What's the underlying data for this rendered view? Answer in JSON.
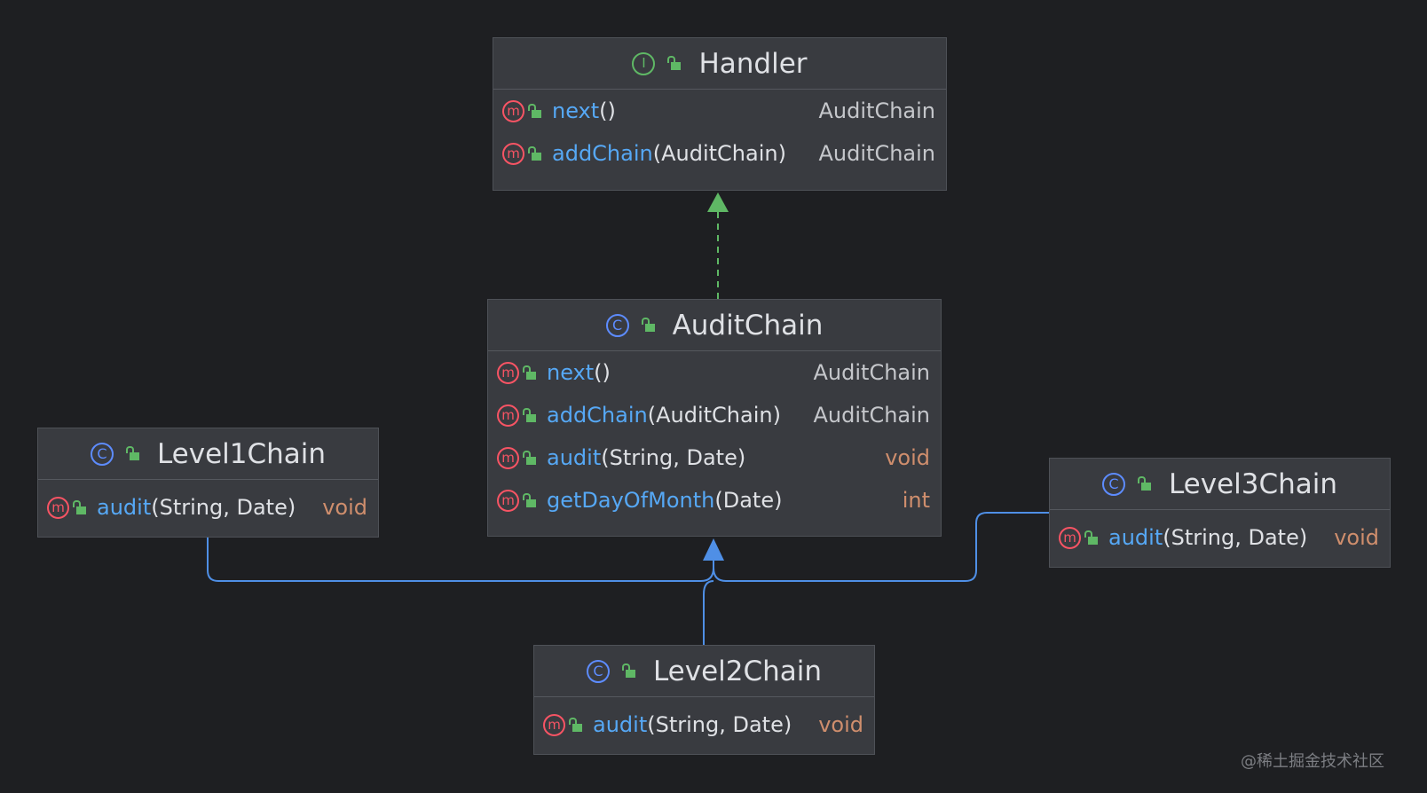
{
  "nodes": {
    "handler": {
      "kind_icon": "interface-icon",
      "kind_letter": "I",
      "name": "Handler",
      "methods": [
        {
          "name": "next",
          "params": " ()",
          "returns": "AuditChain"
        },
        {
          "name": "addChain",
          "params": "(AuditChain)",
          "returns": "AuditChain"
        }
      ]
    },
    "auditchain": {
      "kind_icon": "class-icon",
      "kind_letter": "C",
      "name": "AuditChain",
      "methods": [
        {
          "name": "next",
          "params": " ()",
          "returns": "AuditChain"
        },
        {
          "name": "addChain",
          "params": "(AuditChain)",
          "returns": "AuditChain"
        },
        {
          "name": "audit",
          "params": "(String, Date)",
          "returns": "void"
        },
        {
          "name": "getDayOfMonth",
          "params": " (Date)",
          "returns": "int"
        }
      ]
    },
    "level1": {
      "kind_icon": "class-icon",
      "kind_letter": "C",
      "name": "Level1Chain",
      "methods": [
        {
          "name": "audit",
          "params": "(String, Date)",
          "returns": "void"
        }
      ]
    },
    "level2": {
      "kind_icon": "class-icon",
      "kind_letter": "C",
      "name": "Level2Chain",
      "methods": [
        {
          "name": "audit",
          "params": "(String, Date)",
          "returns": "void"
        }
      ]
    },
    "level3": {
      "kind_icon": "class-icon",
      "kind_letter": "C",
      "name": "Level3Chain",
      "methods": [
        {
          "name": "audit",
          "params": "(String, Date)",
          "returns": "void"
        }
      ]
    }
  },
  "method_icon_letter": "m",
  "relations": [
    {
      "from": "AuditChain",
      "to": "Handler",
      "type": "realization"
    },
    {
      "from": "Level1Chain",
      "to": "AuditChain",
      "type": "inheritance"
    },
    {
      "from": "Level2Chain",
      "to": "AuditChain",
      "type": "inheritance"
    },
    {
      "from": "Level3Chain",
      "to": "AuditChain",
      "type": "inheritance"
    }
  ],
  "colors": {
    "background": "#1e1f22",
    "node_fill": "#393b40",
    "method_name": "#56a8f5",
    "primitive_type": "#cf8e6d",
    "realization_edge": "#5fb865",
    "inheritance_edge": "#4f8fe6"
  },
  "watermark": "@稀土掘金技术社区"
}
